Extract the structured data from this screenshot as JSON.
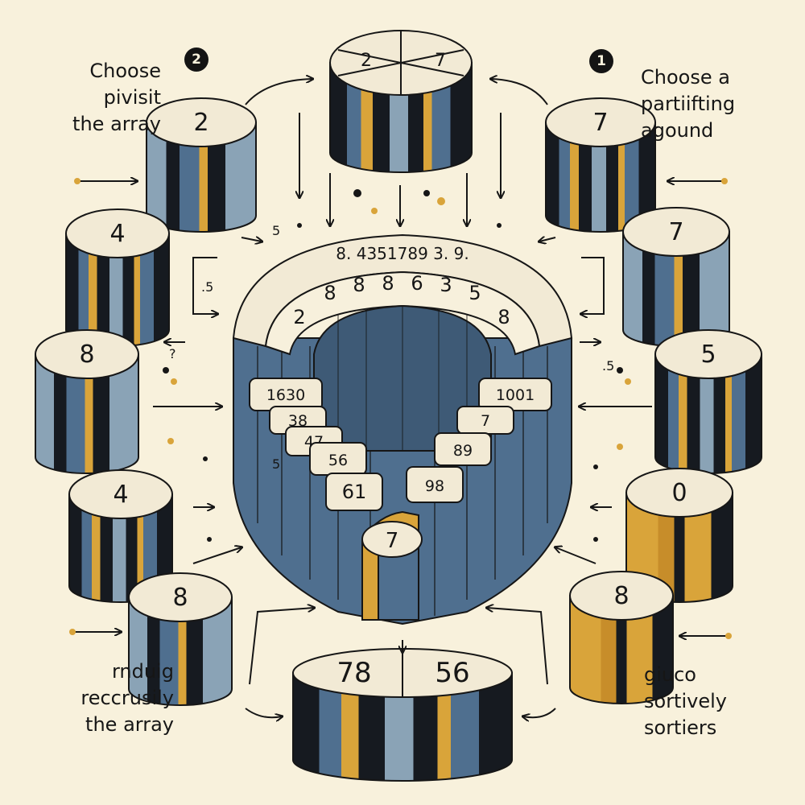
{
  "labels": {
    "top_left": "Choose\npivisit\nthe array",
    "top_right": "Choose a\npartiifting\nagound",
    "bottom_left": "rnduig\nreccrusily\nthe array",
    "bottom_right": "giuco\nsortively\nsortiers"
  },
  "badges": {
    "left": "2",
    "right": "1"
  },
  "cylinders": {
    "top_center": [
      "2",
      "7"
    ],
    "left_1": "2",
    "left_2": "4",
    "left_3": "8",
    "left_4": "4",
    "left_5": "8",
    "right_1": "7",
    "right_2": "7",
    "right_3": "5",
    "right_4": "0",
    "right_5": "8",
    "bottom_center": [
      "78",
      "56"
    ]
  },
  "ring": {
    "outer_text": "8. 4351789 3. 9.",
    "middle_text": [
      "2",
      "8",
      "8",
      "8",
      "6",
      "3",
      "5",
      "8"
    ],
    "inner_left": [
      "1630",
      "38",
      "47",
      "56",
      "61"
    ],
    "inner_right": [
      "1001",
      "7",
      "89",
      "98"
    ],
    "front_piece": "7"
  },
  "floating_marks": [
    ".5",
    "5",
    ".5",
    "?",
    "5"
  ],
  "colors": {
    "background": "#f8f1dc",
    "dark": "#161a20",
    "blue": "#4f6f8f",
    "steel": "#8aa3b6",
    "gold": "#d9a43a",
    "cap": "#f2ead5",
    "ink": "#161616"
  }
}
